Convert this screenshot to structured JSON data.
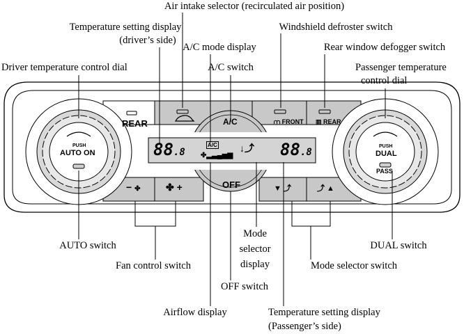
{
  "labels": {
    "air_intake": "Air intake selector (recirculated air position)",
    "temp_display_driver_1": "Temperature setting display",
    "temp_display_driver_2": "(driver’s side)",
    "windshield_defroster": "Windshield defroster switch",
    "ac_mode_display": "A/C mode display",
    "rear_defogger": "Rear window defogger switch",
    "driver_dial": "Driver temperature control dial",
    "ac_switch": "A/C switch",
    "passenger_dial_1": "Passenger temperature",
    "passenger_dial_2": "control dial",
    "auto_switch": "AUTO switch",
    "fan_control": "Fan control switch",
    "off_switch": "OFF switch",
    "airflow_display": "Airflow display",
    "mode_selector_display_1": "Mode",
    "mode_selector_display_2": "selector",
    "mode_selector_display_3": "display",
    "temp_display_pass_1": "Temperature setting display",
    "temp_display_pass_2": "(Passenger’s side)",
    "dual_switch": "DUAL switch",
    "mode_selector_switch": "Mode selector switch"
  },
  "panel": {
    "rear_button": "REAR",
    "ac_button": "A/C",
    "front_button": "FRONT",
    "rear_defog_button": "REAR",
    "off_button": "OFF",
    "left_dial_push": "PUSH",
    "left_dial_label": "AUTO ON",
    "right_dial_push": "PUSH",
    "right_dial_label": "DUAL",
    "right_dial_pass": "PASS",
    "display_temp_left": "88",
    "display_temp_left_decimal": ".8",
    "display_temp_right": "88",
    "display_temp_right_decimal": ".8",
    "display_ac": "A/C",
    "fan_minus": "−",
    "fan_plus": "+"
  },
  "colors": {
    "button_gray": "#c8c8c8",
    "display_bg": "#d4d4d4"
  }
}
